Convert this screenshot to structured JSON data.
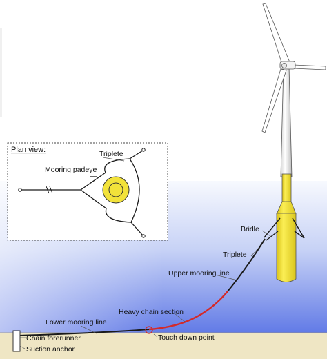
{
  "plan_view": {
    "title": "Plan view:",
    "triplete_label": "Triplete",
    "padeye_label": "Mooring padeye"
  },
  "labels": {
    "bridle": "Bridle",
    "triplete": "Triplete",
    "upper_mooring_line": "Upper mooring line",
    "heavy_chain_section": "Heavy chain section",
    "lower_mooring_line": "Lower mooring line",
    "touch_down_point": "Touch down point",
    "chain_forerunner": "Chain forerunner",
    "suction_anchor": "Suction anchor"
  },
  "colors": {
    "sea_top": "#f3f6fd",
    "sea_bottom": "#5c77e6",
    "seabed": "#efe6c4",
    "spar": "#f2e23a",
    "mooring_line": "#1a1a1a",
    "heavy_chain": "#d32a2a",
    "turbine": "#ffffff"
  }
}
